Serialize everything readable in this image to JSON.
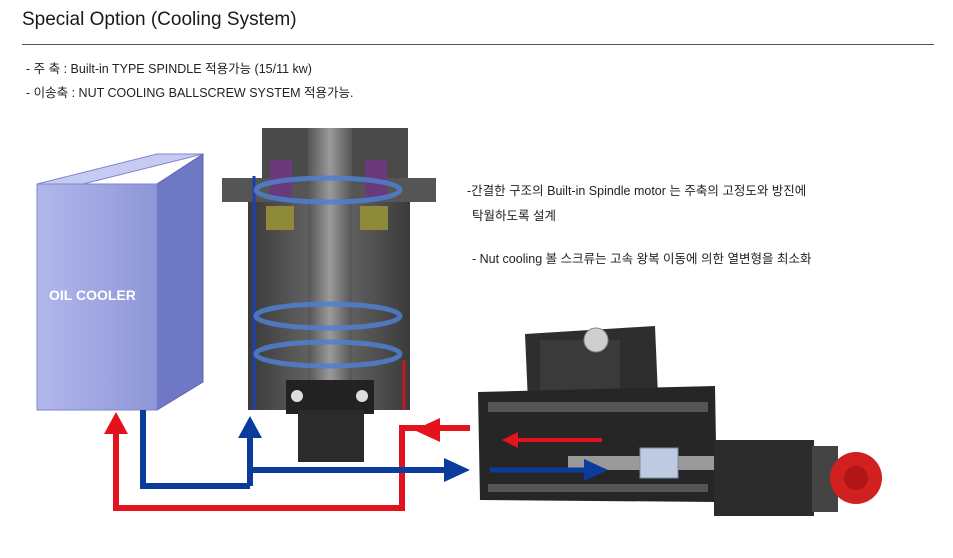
{
  "title": "Special Option (Cooling System)",
  "specs": [
    "- 주  축 : Built-in TYPE SPINDLE 적용가능 (15/11 kw)",
    "- 이송축 : NUT COOLING BALLSCREW SYSTEM 적용가능."
  ],
  "descriptions": [
    "-간결한 구조의 Built-in Spindle motor 는 주축의 고정도와 방진에",
    "탁월하도록 설계",
    "- Nut cooling 볼 스크류는 고속 왕복 이동에 의한 열변형을 최소화"
  ],
  "oil_cooler_label": "OIL COOLER",
  "colors": {
    "supply": "#e3121d",
    "return": "#0a3c9c",
    "cooler": "#a2a9e3",
    "swirl": "#4f7fd0"
  }
}
